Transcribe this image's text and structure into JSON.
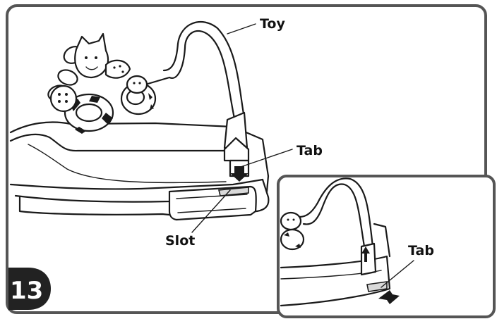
{
  "step": {
    "number": "13"
  },
  "callouts": {
    "toy": "Toy",
    "tab_main": "Tab",
    "slot": "Slot",
    "tab_inset": "Tab"
  },
  "colors": {
    "frame": "#555555",
    "ink": "#1a1a1a",
    "badge": "#222222"
  }
}
